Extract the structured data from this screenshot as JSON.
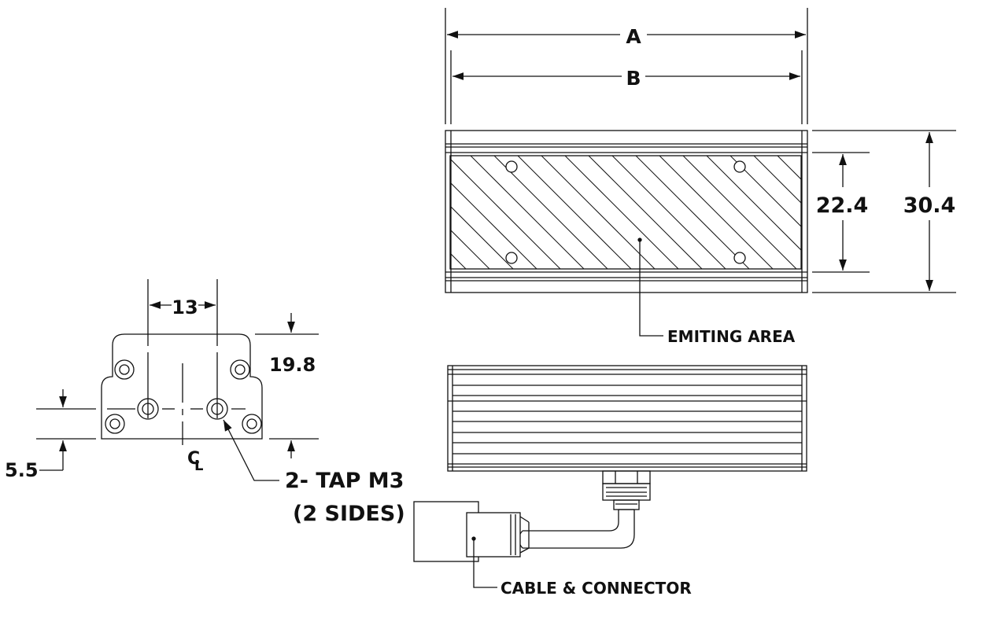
{
  "dimensions": {
    "a": "A",
    "b": "B",
    "d_22_4": "22.4",
    "d_30_4": "30.4",
    "d_13": "13",
    "d_19_8": "19.8",
    "d_5_5": "5.5"
  },
  "labels": {
    "emitting_area": "EMITING AREA",
    "cable_connector": "CABLE & CONNECTOR",
    "tap_line1": "2- TAP M3",
    "tap_line2": "(2 SIDES)",
    "centerline": "CL"
  },
  "colors": {
    "line": "#111111",
    "background": "#ffffff"
  }
}
